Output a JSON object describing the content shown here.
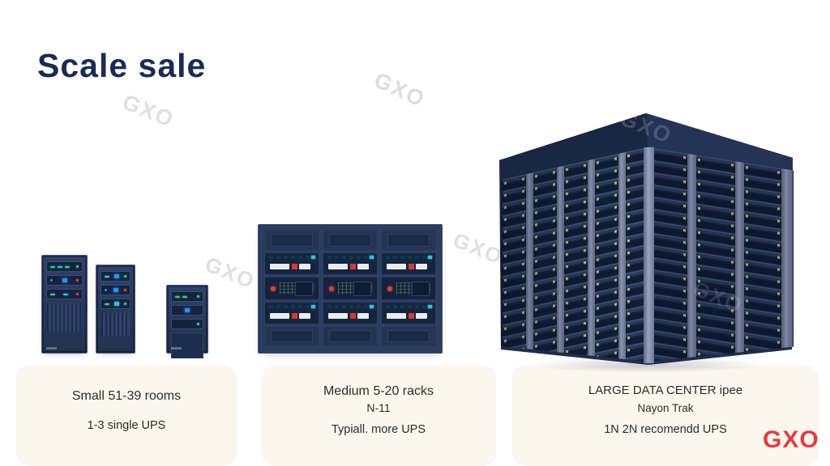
{
  "slide": {
    "title": "Scale sale"
  },
  "watermark": {
    "text": "GXO"
  },
  "brand": {
    "logo_text": "GXO",
    "color": "#e03d45"
  },
  "tiers": {
    "small": {
      "line1": "Small 51-39 rooms",
      "line2": "1-3 single UPS"
    },
    "medium": {
      "line1": "Medium 5-20 racks",
      "line2": "N-11",
      "line3": "Typiall. more UPS"
    },
    "large": {
      "line1": "LARGE DATA CENTER ipee",
      "line2": "Nayon Trak",
      "line3": "1N 2N recomendd UPS"
    }
  },
  "palette": {
    "title_navy": "#1c2b53",
    "server_navy": "#24344f",
    "panel_dark": "#152440",
    "pillar_gray": "#96a0bb",
    "card_cream": "#fbf7ee",
    "watermark_gray": "#e0e0e0",
    "accent_red": "#e03d45",
    "led_green": "#43c96f",
    "led_cyan": "#35c0d8",
    "led_blue": "#338fe8",
    "led_red": "#e04038"
  }
}
